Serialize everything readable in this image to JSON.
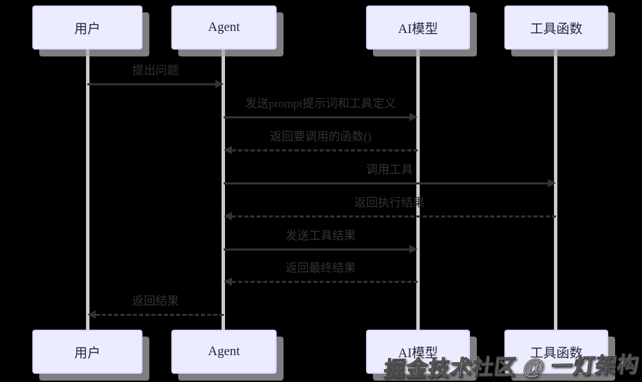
{
  "diagram": {
    "type": "sequence",
    "background": "#000000",
    "colors": {
      "actor_fill": "#ececff",
      "actor_border": "#d9d9ff",
      "actor_shadow": "#aaaaaa",
      "lifeline": "#cccccc",
      "signal": "#333333",
      "actor_text": "#26263f"
    },
    "actors": [
      {
        "name": "用户"
      },
      {
        "name": "Agent"
      },
      {
        "name": "AI模型"
      },
      {
        "name": "工具函数"
      }
    ],
    "messages": [
      {
        "from": "用户",
        "to": "Agent",
        "style": "solid",
        "label": "提出问题"
      },
      {
        "from": "Agent",
        "to": "AI模型",
        "style": "solid",
        "label": "发送prompt提示词和工具定义"
      },
      {
        "from": "AI模型",
        "to": "Agent",
        "style": "dashed",
        "label": "返回要调用的函数()"
      },
      {
        "from": "Agent",
        "to": "工具函数",
        "style": "solid",
        "label": "调用工具"
      },
      {
        "from": "工具函数",
        "to": "Agent",
        "style": "dashed",
        "label": "返回执行结果"
      },
      {
        "from": "Agent",
        "to": "AI模型",
        "style": "solid",
        "label": "发送工具结果"
      },
      {
        "from": "AI模型",
        "to": "Agent",
        "style": "dashed",
        "label": "返回最终结果"
      },
      {
        "from": "Agent",
        "to": "用户",
        "style": "dashed",
        "label": "返回结果"
      }
    ]
  },
  "watermark": {
    "text": "掘金技术社区 @ 一灯架构"
  }
}
